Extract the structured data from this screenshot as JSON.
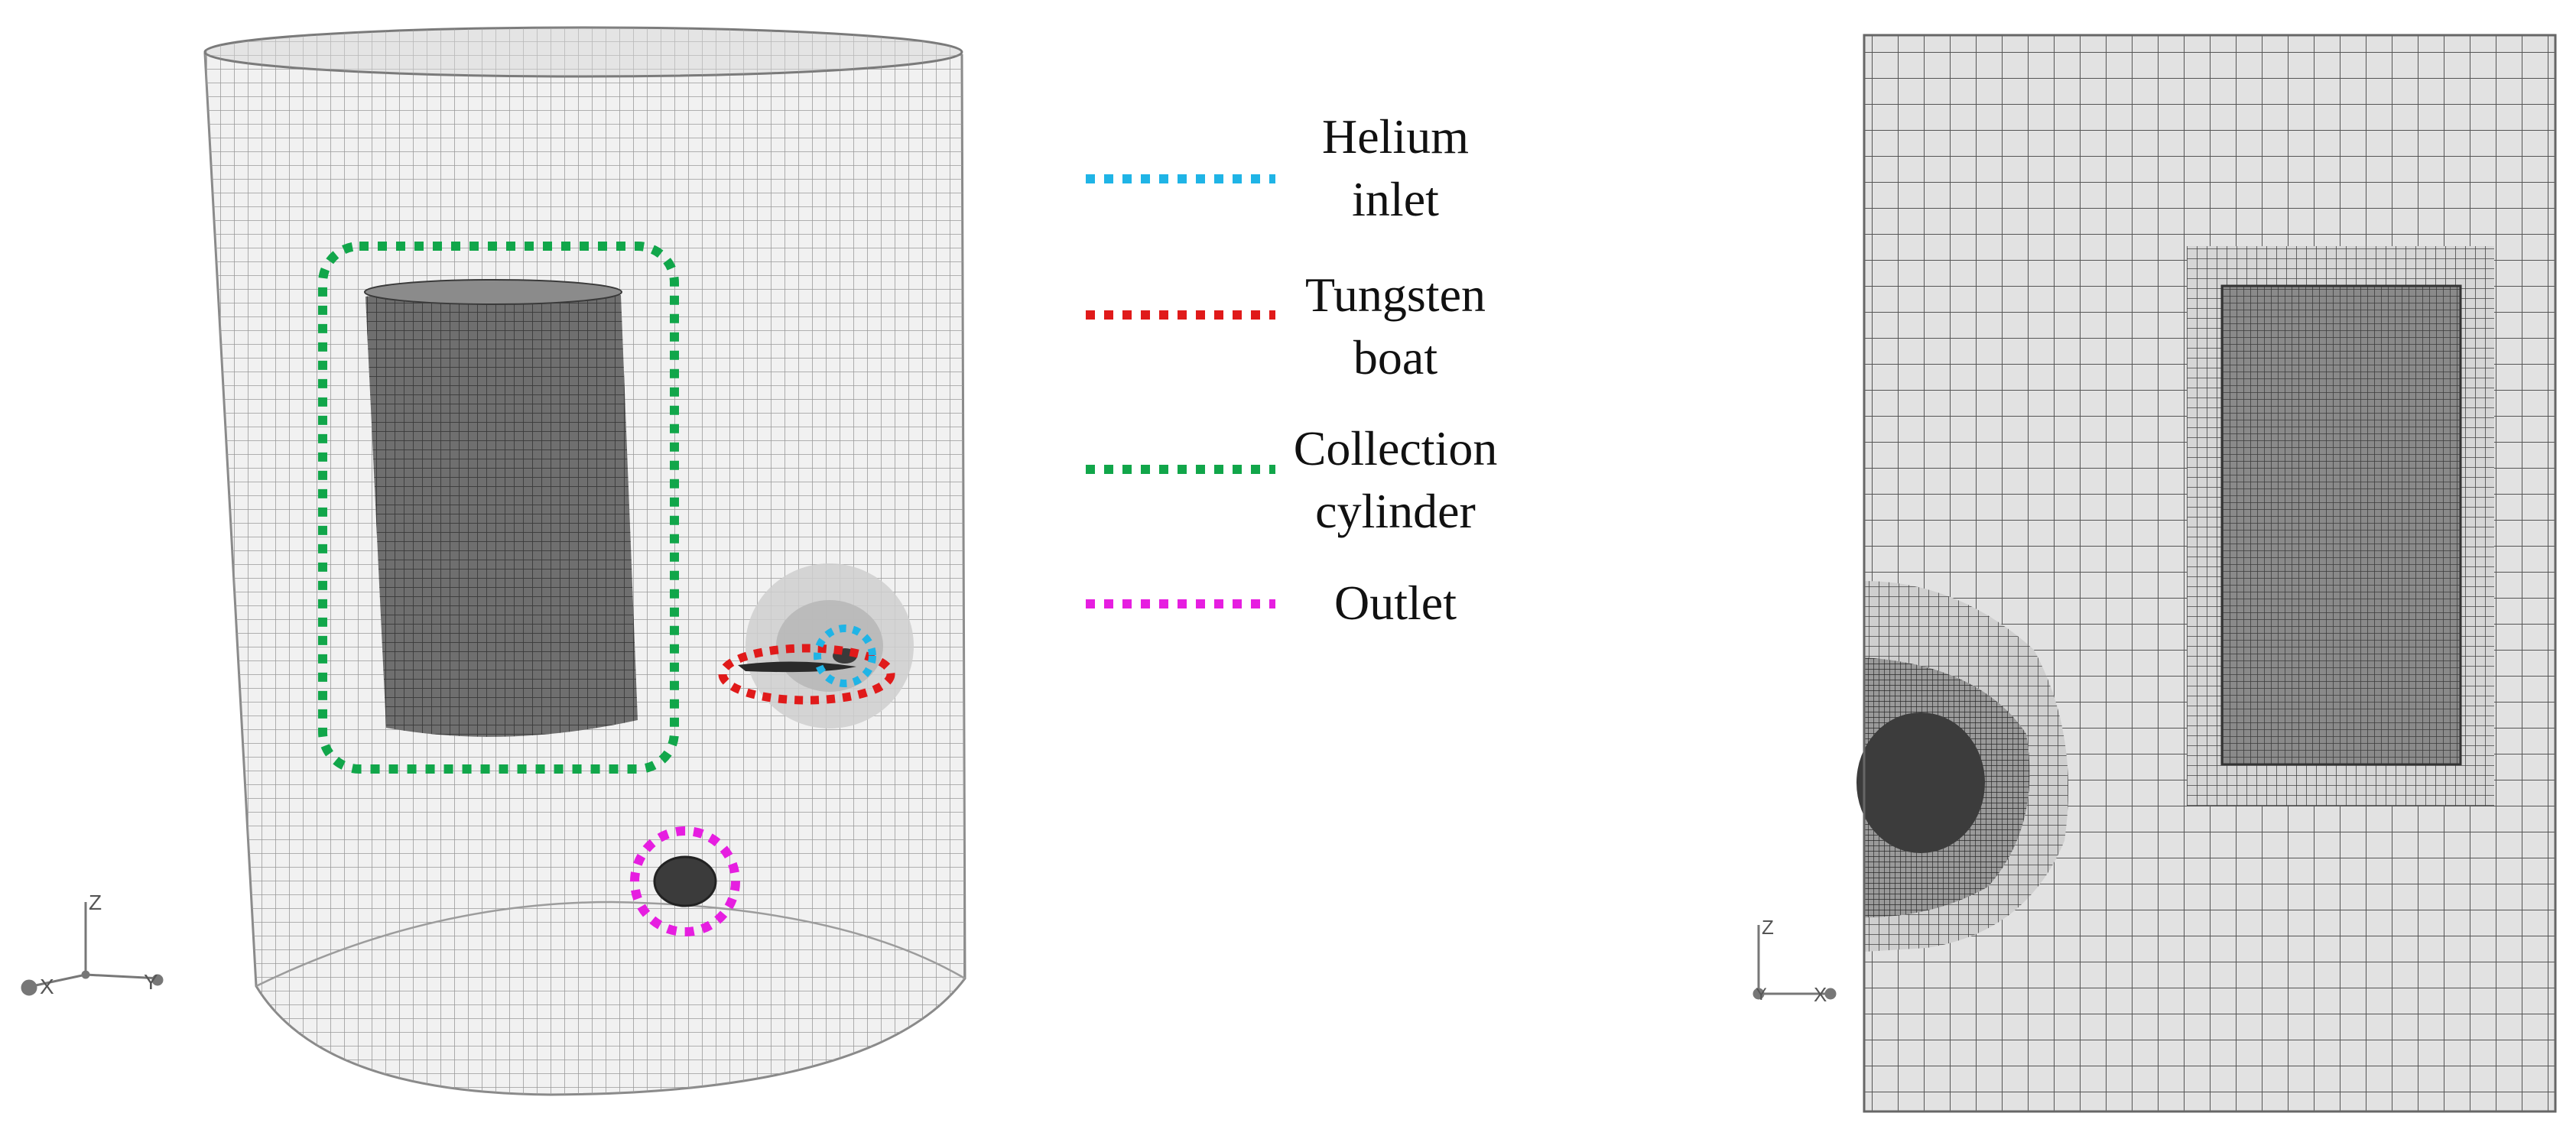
{
  "legend": [
    {
      "label": "Helium\ninlet",
      "color": "#1fb4e6"
    },
    {
      "label": "Tungsten\nboat",
      "color": "#e01a1a"
    },
    {
      "label": "Collection\ncylinder",
      "color": "#11a64a"
    },
    {
      "label": "Outlet",
      "color": "#e61ee0"
    }
  ],
  "triad_left": {
    "z": "Z",
    "x": "X",
    "y": "Y"
  },
  "triad_right": {
    "z": "Z",
    "y": "Y",
    "x": "X"
  }
}
